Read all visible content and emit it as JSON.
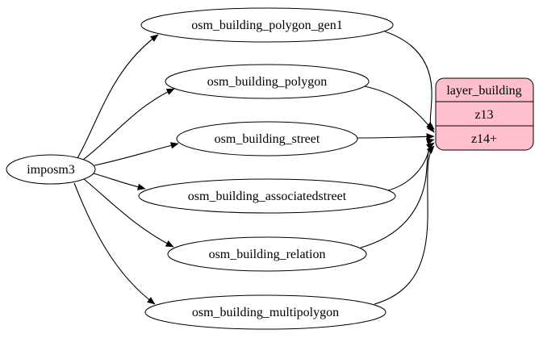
{
  "diagram": {
    "source": {
      "label": "imposm3"
    },
    "tables": [
      {
        "label": "osm_building_polygon_gen1"
      },
      {
        "label": "osm_building_polygon"
      },
      {
        "label": "osm_building_street"
      },
      {
        "label": "osm_building_associatedstreet"
      },
      {
        "label": "osm_building_relation"
      },
      {
        "label": "osm_building_multipolygon"
      }
    ],
    "layer": {
      "title": "layer_building",
      "rows": [
        {
          "label": "z13"
        },
        {
          "label": "z14+"
        }
      ]
    }
  },
  "colors": {
    "background": "#ffffff",
    "node_fill": "#ffffff",
    "node_stroke": "#000000",
    "edge": "#000000",
    "layer_fill": "#ffc0cb"
  }
}
